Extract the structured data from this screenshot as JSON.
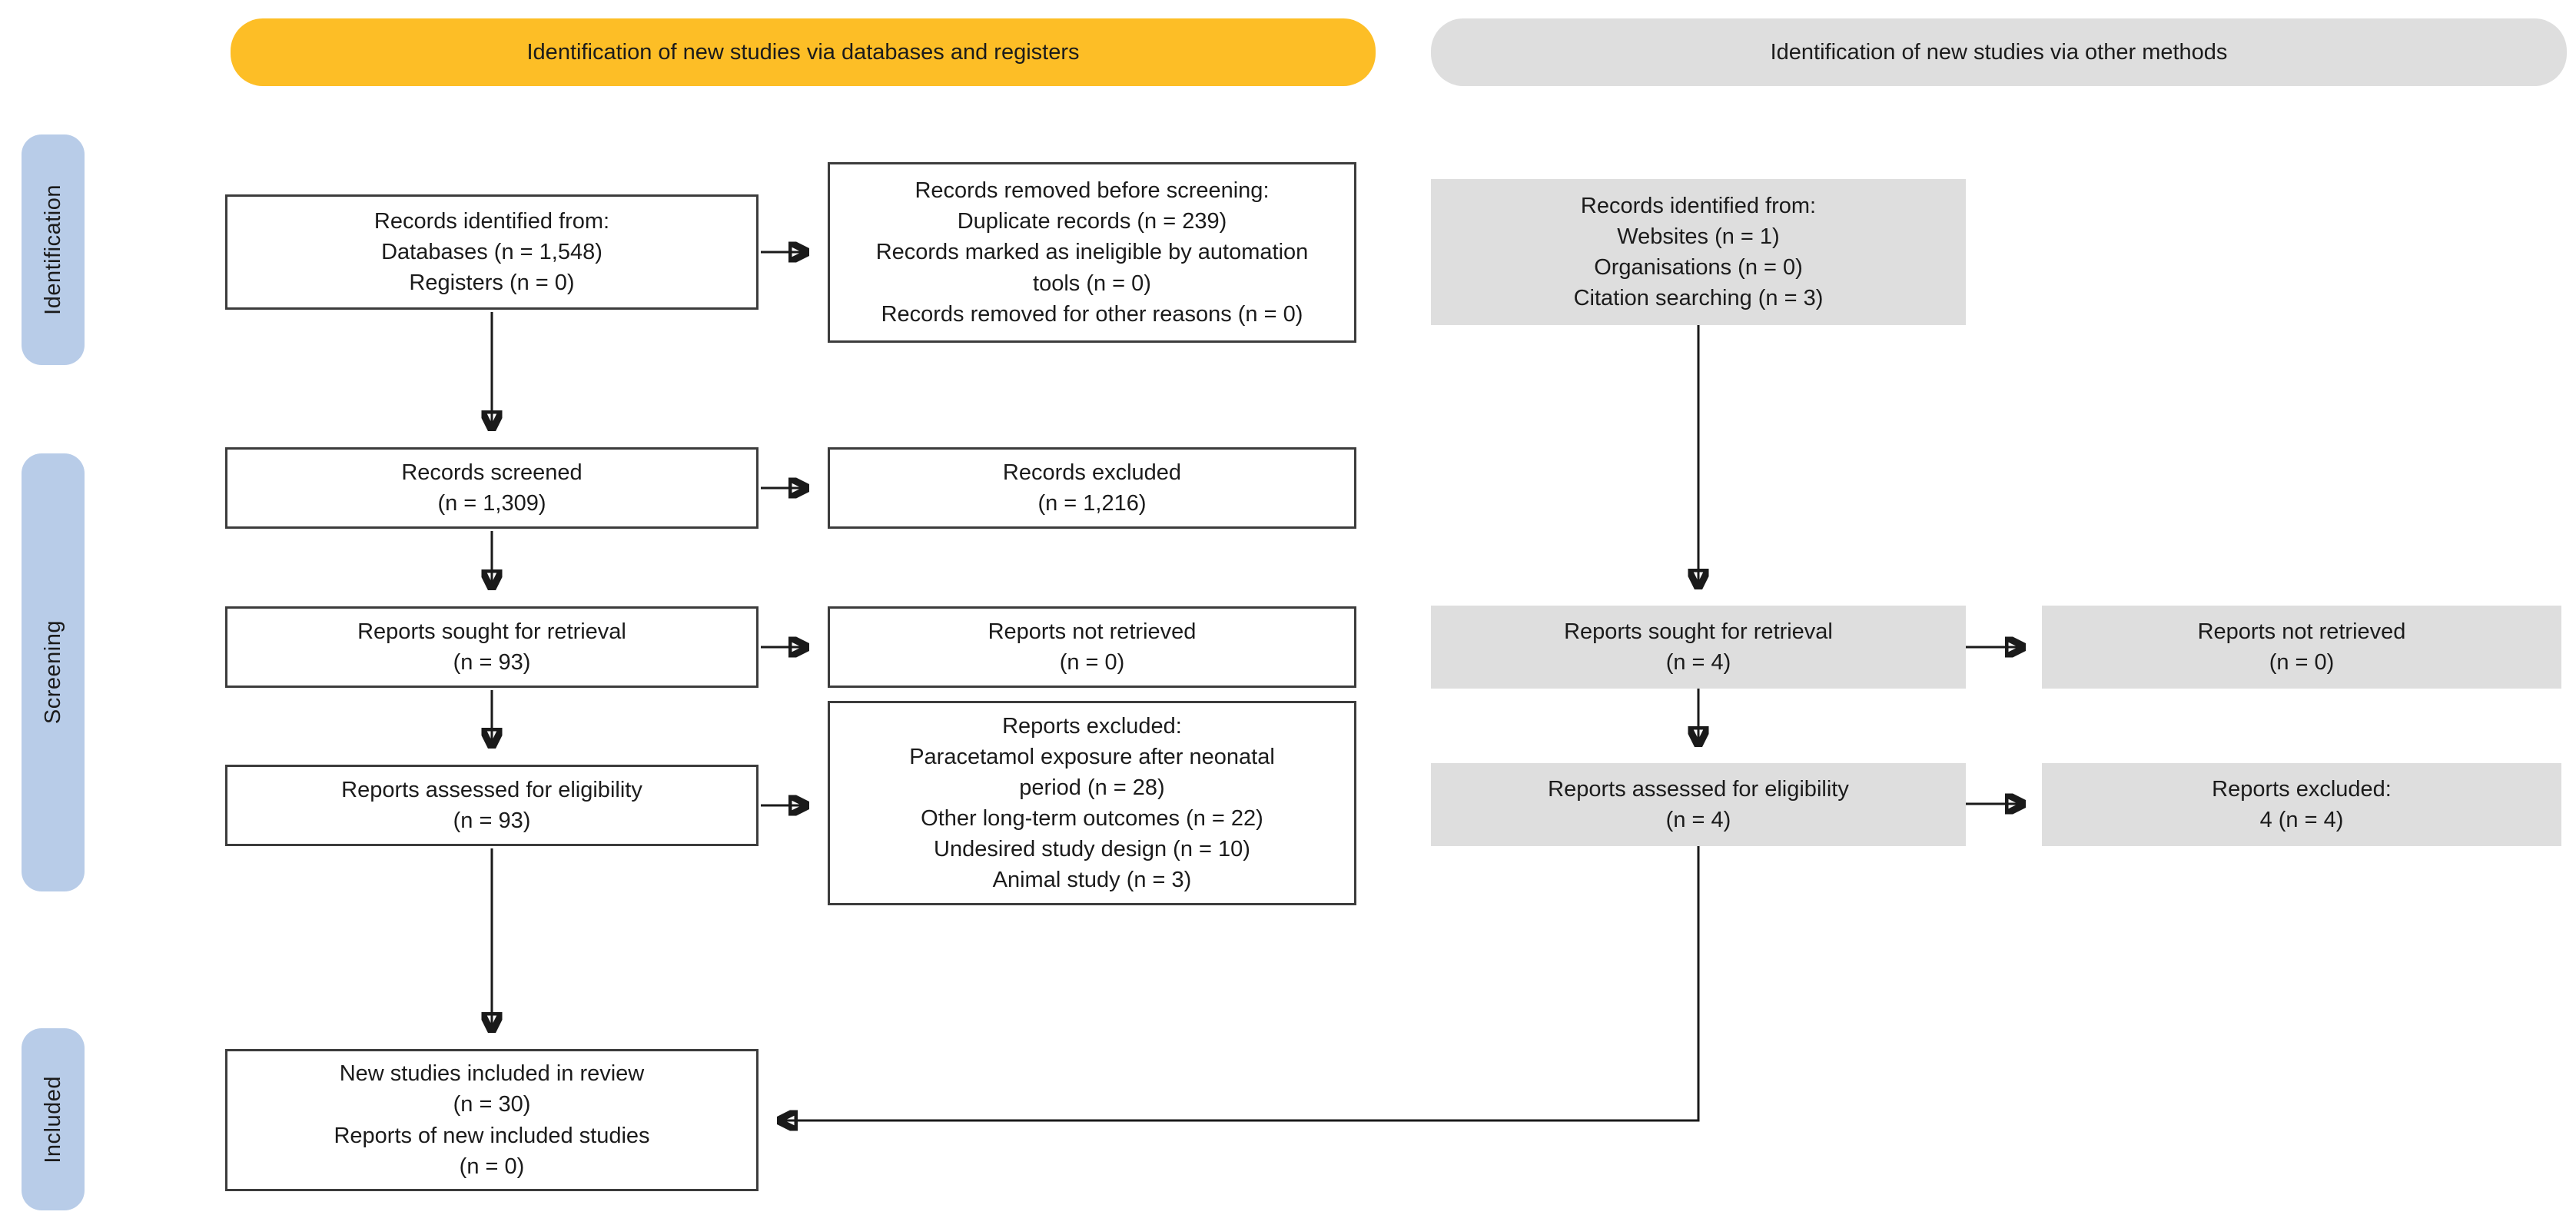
{
  "title_bars": {
    "left": "Identification of new studies via databases and registers",
    "right": "Identification of new studies via other methods"
  },
  "stage_labels": {
    "identification": "Identification",
    "screening": "Screening",
    "included": "Included"
  },
  "colors": {
    "accent_yellow": "#FDBE26",
    "neutral_gray": "#DEDEDE",
    "stage_blue": "#B8CCE8",
    "box_border": "#3C3C3C"
  },
  "boxes": {
    "records_identified_db": "Records identified from:\nDatabases (n = 1,548)\nRegisters (n = 0)",
    "records_removed_before_screening": "Records removed before screening:\nDuplicate records (n = 239)\nRecords marked as ineligible by automation\ntools (n = 0)\nRecords removed for other reasons (n = 0)",
    "records_screened": "Records screened\n(n = 1,309)",
    "records_excluded": "Records excluded\n(n = 1,216)",
    "reports_sought": "Reports sought for retrieval\n(n = 93)",
    "reports_not_retrieved": "Reports not retrieved\n(n = 0)",
    "reports_assessed": "Reports assessed for eligibility\n(n = 93)",
    "reports_excluded_detail": "Reports excluded:\nParacetamol exposure after neonatal\nperiod (n = 28)\nOther long-term outcomes (n = 22)\nUndesired study design (n = 10)\nAnimal study (n = 3)",
    "new_studies_included": "New studies included in review\n(n = 30)\nReports of new included studies\n(n = 0)",
    "records_identified_other": "Records identified from:\nWebsites (n = 1)\nOrganisations (n = 0)\nCitation searching (n = 3)",
    "other_reports_sought": "Reports sought for retrieval\n(n = 4)",
    "other_reports_not_retrieved": "Reports not retrieved\n(n = 0)",
    "other_reports_assessed": "Reports assessed for eligibility\n(n = 4)",
    "other_reports_excluded": "Reports excluded:\n4 (n = 4)"
  }
}
